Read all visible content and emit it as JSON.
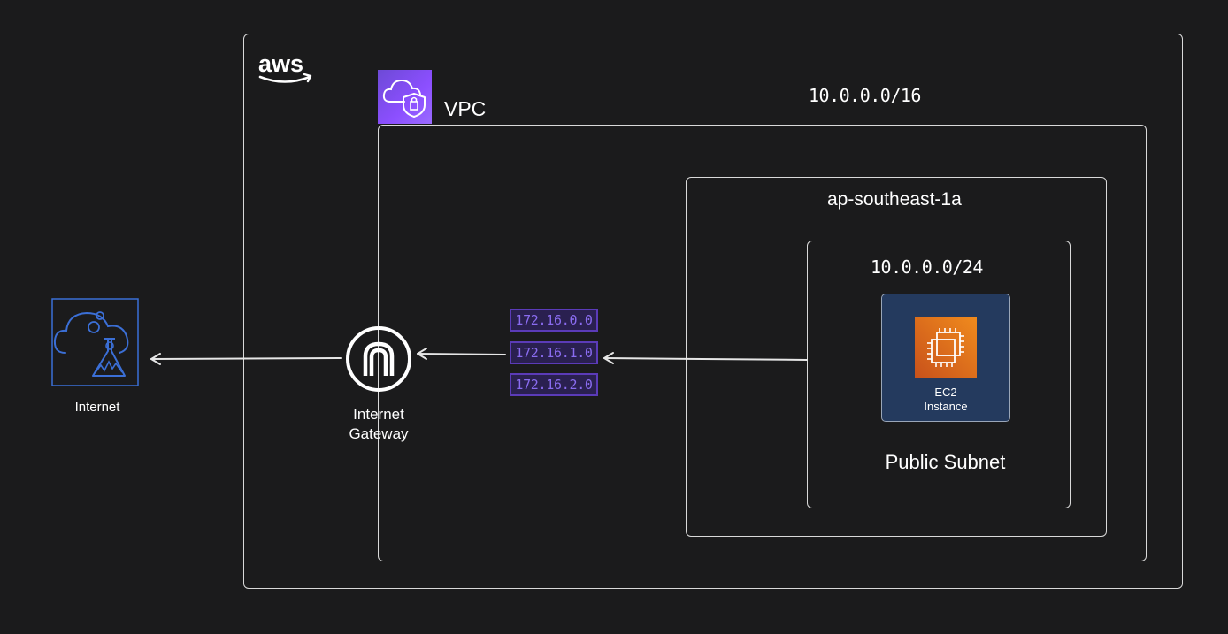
{
  "aws_logo": {
    "text": "aws"
  },
  "vpc": {
    "icon": "vpc-cloud-shield-icon",
    "label": "VPC",
    "cidr": "10.0.0.0/16"
  },
  "availability_zone": {
    "label": "ap-southeast-1a"
  },
  "subnet": {
    "cidr": "10.0.0.0/24",
    "label": "Public Subnet"
  },
  "ec2": {
    "icon": "ec2-chip-icon",
    "label_line1": "EC2",
    "label_line2": "Instance"
  },
  "route_table": {
    "icon": "route-table-icon",
    "entries": [
      "172.16.0.0",
      "172.16.1.0",
      "172.16.2.0"
    ]
  },
  "internet_gateway": {
    "icon": "internet-gateway-icon",
    "label_line1": "Internet",
    "label_line2": "Gateway"
  },
  "internet": {
    "icon": "cloud-flask-icon",
    "label": "Internet"
  },
  "colors": {
    "background": "#1b1b1c",
    "border": "#d9d9d9",
    "vpc_purple": "#8c4fff",
    "ec2_orange": "#f08b1d",
    "ec2_card": "#243a5e",
    "route_table_purple": "#5b3bb8",
    "internet_blue": "#3b6fd6"
  }
}
